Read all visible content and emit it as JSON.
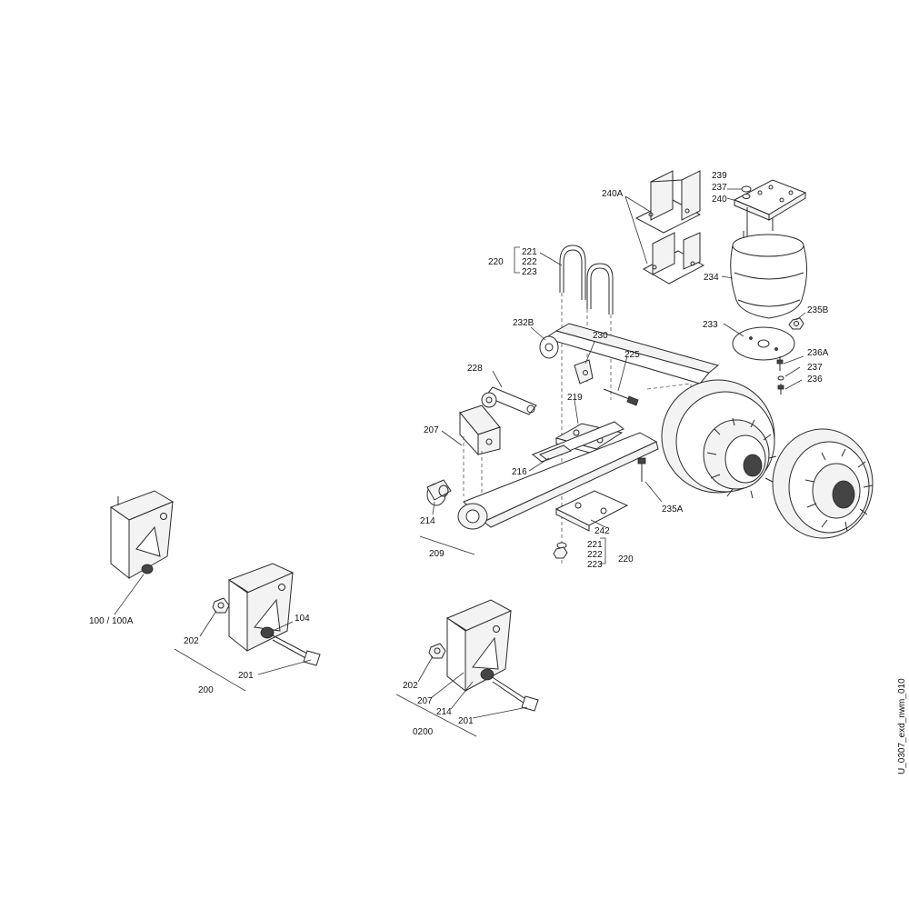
{
  "drawing_id": "U_0307_exd_nwm_010",
  "labels": {
    "l239": "239",
    "l237a": "237",
    "l240": "240",
    "l240a": "240A",
    "l221a": "221",
    "l222a": "222",
    "l223a": "223",
    "l220a": "220",
    "l234": "234",
    "l235b": "235B",
    "l233": "233",
    "l232b": "232B",
    "l230": "230",
    "l225": "225",
    "l236a": "236A",
    "l237b": "237",
    "l236": "236",
    "l228": "228",
    "l219": "219",
    "l207a": "207",
    "l216": "216",
    "l235a": "235A",
    "l214a": "214",
    "l209": "209",
    "l242": "242",
    "l221b": "221",
    "l222b": "222",
    "l223b": "223",
    "l220b": "220",
    "l100": "100 / 100A",
    "l202a": "202",
    "l104": "104",
    "l201a": "201",
    "l200": "200",
    "l202b": "202",
    "l207b": "207",
    "l214b": "214",
    "l201b": "201",
    "l0200": "0200"
  }
}
